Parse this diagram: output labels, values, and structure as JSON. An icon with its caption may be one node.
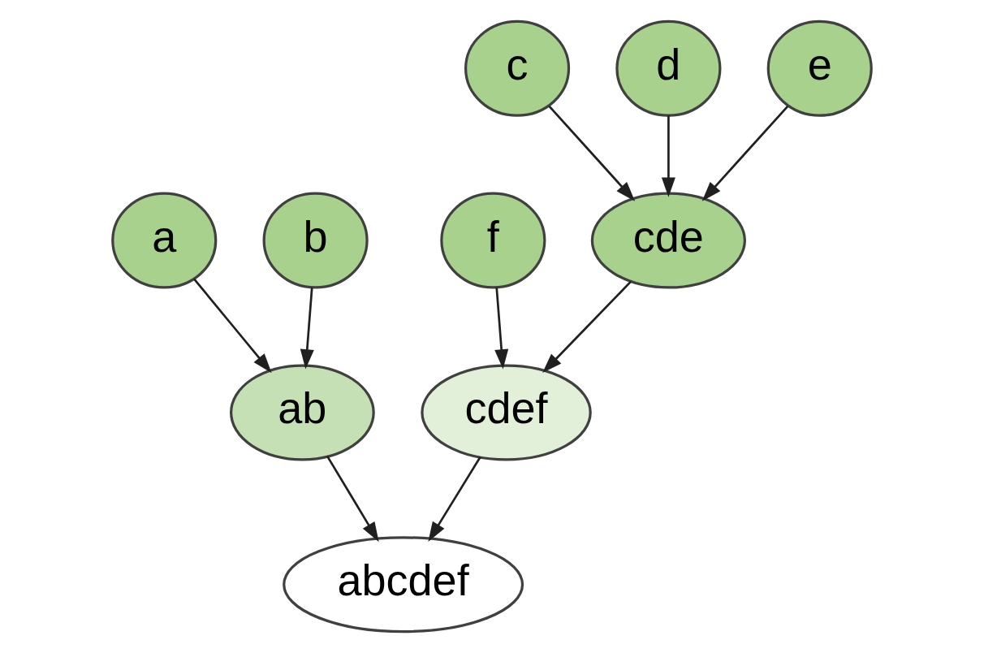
{
  "diagram": {
    "nodes": [
      {
        "text": [
          "a"
        ]
      },
      {
        "text": [
          "b"
        ]
      },
      {
        "text": [
          "c"
        ]
      },
      {
        "text": [
          "d"
        ]
      },
      {
        "text": [
          "e"
        ]
      },
      {
        "text": [
          "f"
        ]
      },
      {
        "text": [
          "ab"
        ]
      },
      {
        "text": [
          "cde"
        ]
      },
      {
        "text": [
          "cdef"
        ]
      },
      {
        "text": [
          "abcdef"
        ]
      }
    ],
    "edges": [
      {
        "from": 0,
        "to": 6,
        "arrow": "to"
      },
      {
        "from": 1,
        "to": 6,
        "arrow": "to"
      },
      {
        "from": 2,
        "to": 7,
        "arrow": "to"
      },
      {
        "from": 3,
        "to": 7,
        "arrow": "to"
      },
      {
        "from": 4,
        "to": 7,
        "arrow": "to"
      },
      {
        "from": 5,
        "to": 8,
        "arrow": "to"
      },
      {
        "from": 7,
        "to": 8,
        "arrow": "to"
      },
      {
        "from": 6,
        "to": 9,
        "arrow": "to"
      },
      {
        "from": 8,
        "to": 9,
        "arrow": "to"
      }
    ]
  }
}
